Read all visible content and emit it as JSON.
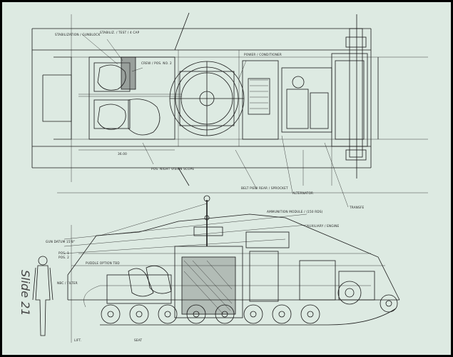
{
  "slide_label": "Slide 21",
  "colors": {
    "paper": "#ddeae2",
    "ink": "#1a1a1a",
    "border": "#000000"
  },
  "top_view_labels": {
    "stabilization": "STABILIZATION / GUNBLOCK",
    "pedestal": "STABILIZ. / TEST / 4 CAP",
    "crew": "CREW / POS. NO. 2",
    "power": "POWER / CONDITIONER",
    "dim": "36.00",
    "periscope": "POS. NIGHT VISION SCOPE"
  },
  "side_view_labels": {
    "sprocket": "BELT PIEW REAR / SPROCKET",
    "alternator": "ALTERNATOR",
    "transfer": "TRANSFE",
    "ammo": "AMMUNITION MODULE / (150 RDS)",
    "aux": "AUXILIARY / ENGINE",
    "gun_datum": "GUN DATUM 15'8\"",
    "puddle": "PUDDLE OPTION TBD",
    "nbc": "NBC / FILTER",
    "pos1": "POS. 1",
    "pos2": "POS. 2",
    "bot1": "LIFT.",
    "bot2": "SEAT"
  }
}
